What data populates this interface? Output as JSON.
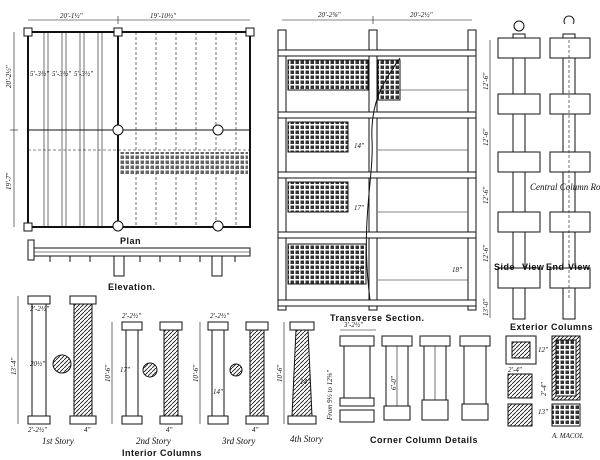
{
  "plan": {
    "label": "Plan",
    "dims": [
      "20'-1½\"",
      "19'-10½\"",
      "20'-2½\"",
      "19'-7\"",
      "5'-3½\"",
      "5'-3½\"",
      "5'-3½\""
    ]
  },
  "elevation": {
    "label": "Elevation."
  },
  "transverse": {
    "label": "Transverse Section.",
    "dims": [
      "20'-2⅝\"",
      "20'-2½\"",
      "14\"",
      "17\"",
      "20\"",
      "18\""
    ]
  },
  "side_end": {
    "side_label": "Side",
    "view_label1": "View",
    "end_label": "End",
    "view_label2": "View",
    "rod_label": "Central Column Rod.",
    "dims": [
      "12'-6\"",
      "12'-6\"",
      "12'-6\"",
      "12'-6\"",
      "13'-0\""
    ]
  },
  "interior": {
    "caption": "Interior   Columns",
    "stories": [
      {
        "label": "1st Story",
        "dims": [
          "2'-2½\"",
          "13'-4\"",
          "20½\"",
          "2'-2½\"",
          "4\""
        ]
      },
      {
        "label": "2nd Story",
        "dims": [
          "2'-2½\"",
          "10'-6\"",
          "17\"",
          "4\""
        ]
      },
      {
        "label": "3rd Story",
        "dims": [
          "2'-2½\"",
          "10'-6\"",
          "14\"",
          "4\""
        ]
      },
      {
        "label": "4th Story",
        "dims": [
          "10'-6\"",
          "14\""
        ]
      }
    ]
  },
  "corner": {
    "caption": "Corner   Column   Details",
    "dims": [
      "3'-2½\"",
      "6'-0\"",
      "From 9½ to 12⅝\""
    ]
  },
  "exterior": {
    "caption": "Exterior Columns",
    "dims": [
      "2'-4\"",
      "2'-4\"",
      "12\"",
      "13\""
    ],
    "signature": "A. MACOL"
  }
}
